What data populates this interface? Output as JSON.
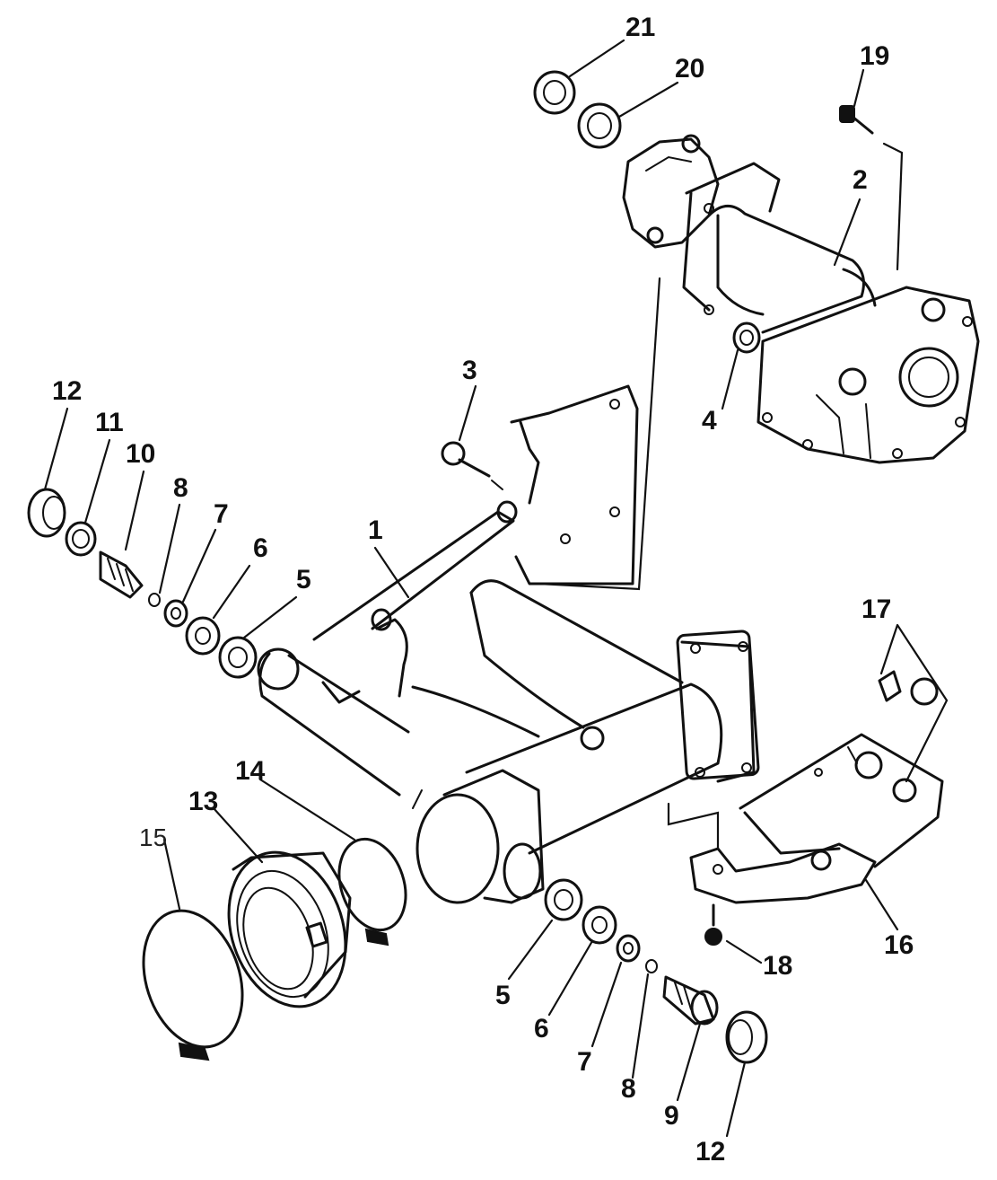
{
  "callouts": {
    "c1": "1",
    "c2": "2",
    "c3": "3",
    "c4": "4",
    "c5a": "5",
    "c5b": "5",
    "c6a": "6",
    "c6b": "6",
    "c7a": "7",
    "c7b": "7",
    "c8a": "8",
    "c8b": "8",
    "c9": "9",
    "c10": "10",
    "c11": "11",
    "c12a": "12",
    "c12b": "12",
    "c13": "13",
    "c14": "14",
    "c15": "15",
    "c16": "16",
    "c17": "17",
    "c18": "18",
    "c19": "19",
    "c20": "20",
    "c21": "21"
  }
}
